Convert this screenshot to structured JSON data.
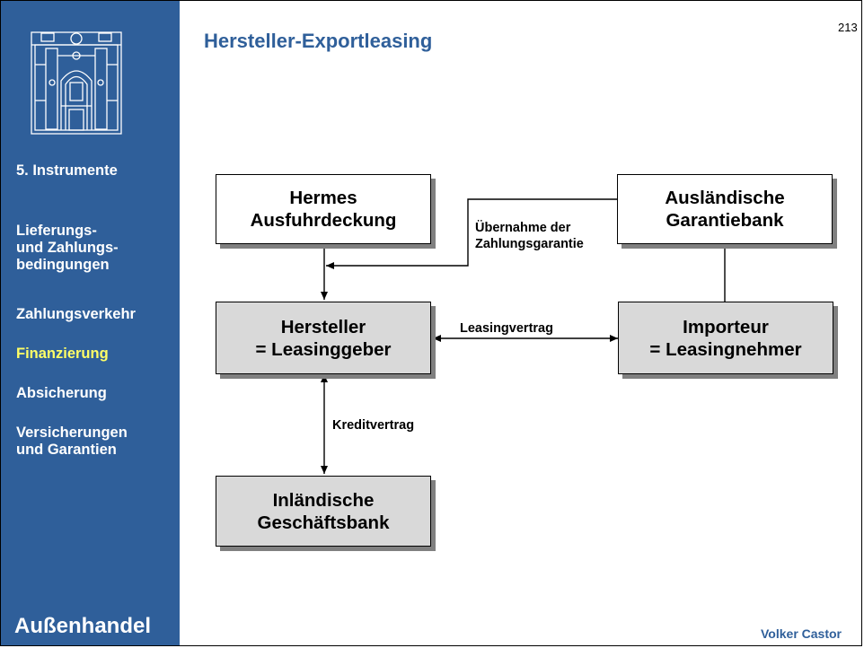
{
  "slide": {
    "title": "Hersteller-Exportleasing",
    "page_number": "213",
    "author": "Volker Castor"
  },
  "sidebar": {
    "section": "5. Instrumente",
    "items": [
      {
        "label": "Lieferungs-\nund Zahlungs-\nbedingungen",
        "active": false
      },
      {
        "label": "Zahlungsverkehr",
        "active": false
      },
      {
        "label": "Finanzierung",
        "active": true
      },
      {
        "label": "Absicherung",
        "active": false
      },
      {
        "label": "Versicherungen\nund Garantien",
        "active": false
      }
    ],
    "footer": "Außenhandel"
  },
  "diagram": {
    "nodes": {
      "hermes": "Hermes\nAusfuhrdeckung",
      "garantiebank": "Ausländische\nGarantiebank",
      "hersteller": "Hersteller\n= Leasinggeber",
      "importeur": "Importeur\n= Leasingnehmer",
      "geschaeftsbank": "Inländische\nGeschäftsbank"
    },
    "edges": {
      "garantie": "Übernahme der\nZahlungsgarantie",
      "leasing": "Leasingvertrag",
      "kredit": "Kreditvertrag"
    }
  },
  "colors": {
    "sidebar": "#2f5f9a",
    "title": "#2f5f9a",
    "active_item": "#ffff66",
    "box_grey": "#d9d9d9",
    "shadow": "#808080"
  }
}
